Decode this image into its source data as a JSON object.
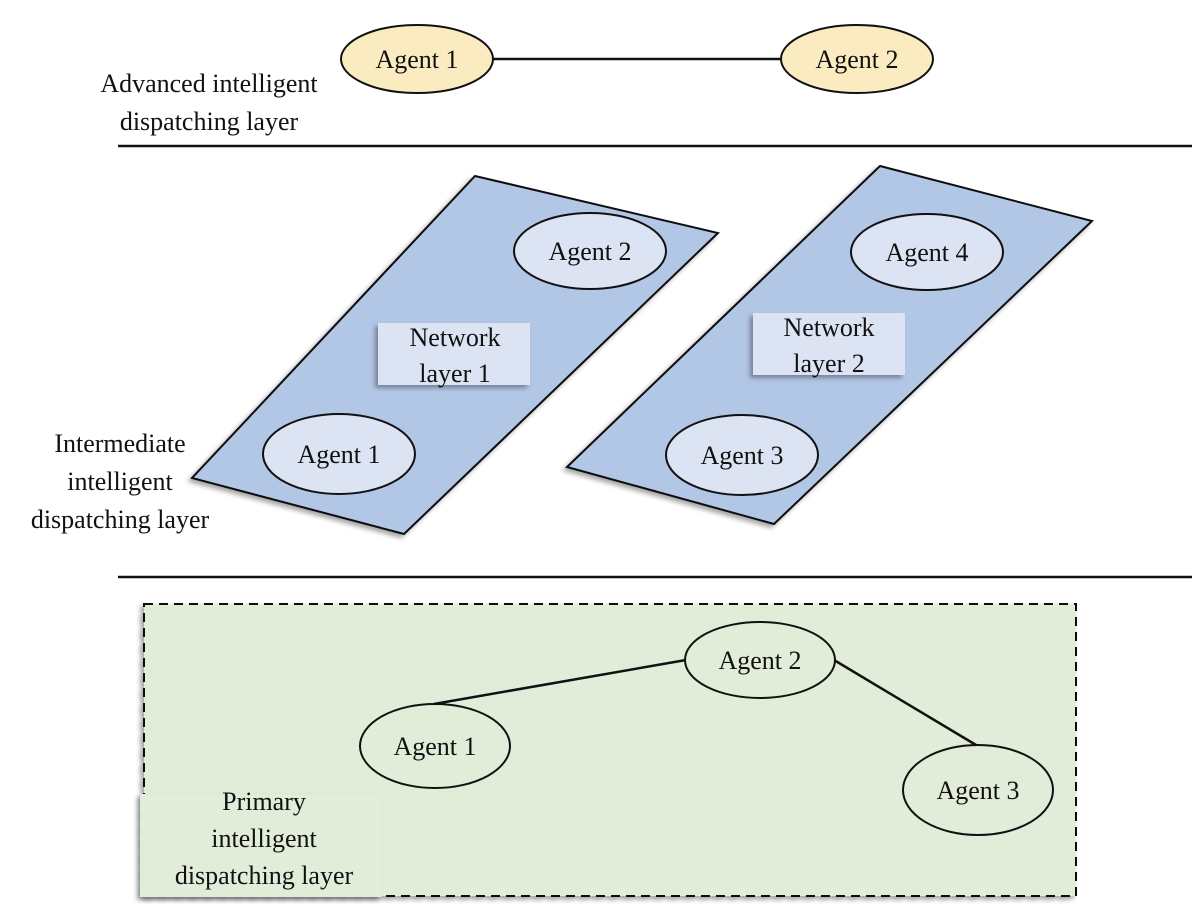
{
  "advanced_layer": {
    "label_lines": [
      "Advanced intelligent",
      "dispatching layer"
    ],
    "agents": [
      "Agent 1",
      "Agent 2"
    ],
    "agent_fill": "#FBEBC0"
  },
  "intermediate_layer": {
    "label_lines": [
      "Intermediate",
      "intelligent",
      "dispatching layer"
    ],
    "network_fill": "#B2C6E6",
    "agent_fill": "#DCE3F2",
    "networks": [
      {
        "label_lines": [
          "Network",
          "layer 1"
        ],
        "agents": [
          "Agent 2",
          "Agent 1"
        ]
      },
      {
        "label_lines": [
          "Network",
          "layer 2"
        ],
        "agents": [
          "Agent 4",
          "Agent 3"
        ]
      }
    ]
  },
  "primary_layer": {
    "label_lines": [
      "Primary",
      "intelligent",
      "dispatching layer"
    ],
    "agents": [
      "Agent 2",
      "Agent 1",
      "Agent 3"
    ],
    "region_fill": "#E1EDD9",
    "agent_fill": "#E1EDD9"
  }
}
